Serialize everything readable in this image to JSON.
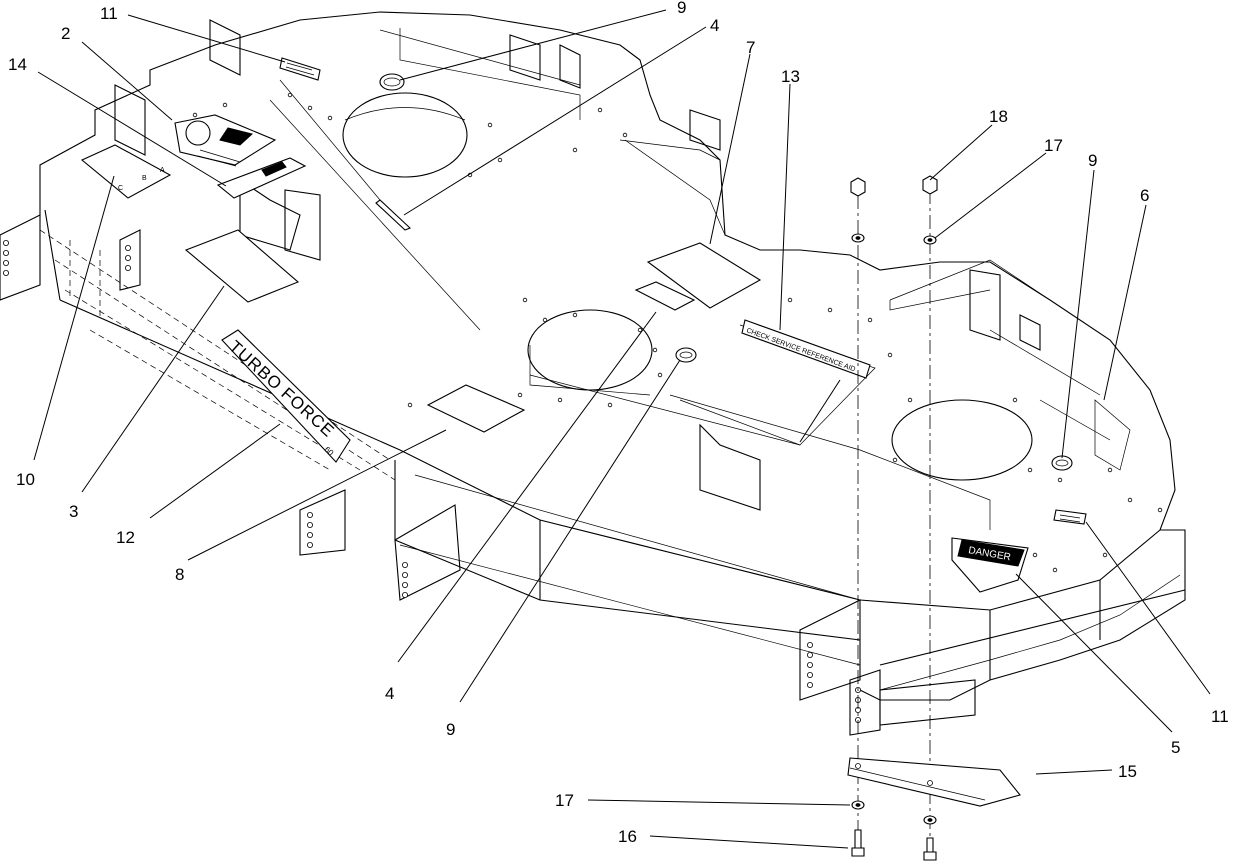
{
  "callouts": {
    "c11_top": "11",
    "c9_top": "9",
    "c4_top": "4",
    "c7": "7",
    "c13": "13",
    "c2": "2",
    "c14": "14",
    "c18": "18",
    "c17_top": "17",
    "c9_right": "9",
    "c6": "6",
    "c10": "10",
    "c3": "3",
    "c12": "12",
    "c8": "8",
    "c4_bottom": "4",
    "c9_bottom": "9",
    "c5": "5",
    "c11_right": "11",
    "c15": "15",
    "c17_bottom": "17",
    "c16": "16"
  },
  "decals": {
    "turbo_force": "TURBO FORCE",
    "turbo_force_size": "60",
    "check_service": "CHECK SERVICE REFERENCE AID",
    "danger": "DANGER",
    "height_letters": [
      "A",
      "B",
      "C"
    ]
  }
}
